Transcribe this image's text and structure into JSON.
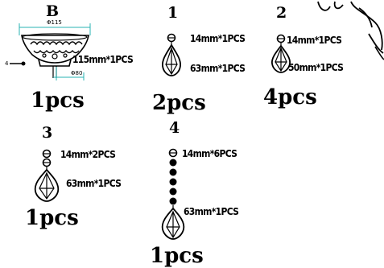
{
  "part_b": {
    "label": "B",
    "diameter": "Φ115",
    "height": "Φ80",
    "side_mark": "4",
    "spec": "115mm*1PCS",
    "quantity": "1pcs"
  },
  "part_1": {
    "label": "1",
    "spec_bead": "14mm*1PCS",
    "spec_pendant": "63mm*1PCS",
    "quantity": "2pcs"
  },
  "part_2": {
    "label": "2",
    "spec_bead": "14mm*1PCS",
    "spec_pendant": "50mm*1PCS",
    "quantity": "4pcs"
  },
  "part_3": {
    "label": "3",
    "spec_bead": "14mm*2PCS",
    "spec_pendant": "63mm*1PCS",
    "quantity": "1pcs"
  },
  "part_4": {
    "label": "4",
    "spec_bead": "14mm*6PCS",
    "spec_pendant": "63mm*1PCS",
    "quantity": "1pcs"
  }
}
